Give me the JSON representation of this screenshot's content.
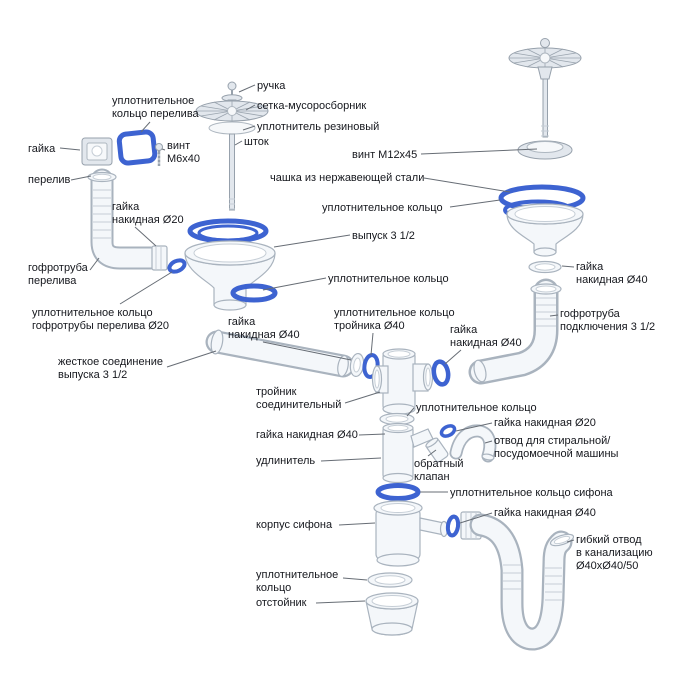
{
  "diagram": {
    "background": "#ffffff",
    "colors": {
      "seal_blue": "#3d63d1",
      "part_fill": "#f4f7fa",
      "part_stroke": "#a9b3be",
      "metal_fill": "#e2e7ed",
      "leader": "#676d75",
      "text": "#15171d"
    },
    "labels": [
      {
        "id": "handle",
        "text": "ручка"
      },
      {
        "id": "strainer-mesh",
        "text": "сетка-мусоросборник"
      },
      {
        "id": "rubber-seal",
        "text": "уплотнитель резиновый"
      },
      {
        "id": "overflow-seal-ring",
        "text": "уплотнительное\nкольцо перелива"
      },
      {
        "id": "nut",
        "text": "гайка"
      },
      {
        "id": "screw-m6x40",
        "text": "винт\nМ6х40"
      },
      {
        "id": "overflow",
        "text": "перелив"
      },
      {
        "id": "stem",
        "text": "шток"
      },
      {
        "id": "screw-m12x45",
        "text": "винт М12х45"
      },
      {
        "id": "steel-cup",
        "text": "чашка из нержавеющей стали"
      },
      {
        "id": "seal-ring-top-right",
        "text": "уплотнительное кольцо"
      },
      {
        "id": "cap-nut-20-left",
        "text": "гайка\nнакидная Ø20"
      },
      {
        "id": "outlet-3-1-2",
        "text": "выпуск 3 1/2"
      },
      {
        "id": "overflow-pipe",
        "text": "гофротруба\nперелива"
      },
      {
        "id": "cap-nut-40-right",
        "text": "гайка\nнакидная Ø40"
      },
      {
        "id": "seal-ring-funnel",
        "text": "уплотнительное кольцо"
      },
      {
        "id": "overflow-pipe-seal",
        "text": "уплотнительное кольцо\nгофротрубы перелива Ø20"
      },
      {
        "id": "cap-nut-40-a",
        "text": "гайка\nнакидная Ø40"
      },
      {
        "id": "tee-seal-ring",
        "text": "уплотнительное кольцо\nтройника Ø40"
      },
      {
        "id": "cap-nut-40-b",
        "text": "гайка\nнакидная Ø40"
      },
      {
        "id": "connection-pipe",
        "text": "гофротруба\nподключения 3 1/2"
      },
      {
        "id": "rigid-connection",
        "text": "жесткое соединение\nвыпуска 3 1/2"
      },
      {
        "id": "tee",
        "text": "тройник\nсоединительный"
      },
      {
        "id": "seal-ring-tee-bottom",
        "text": "уплотнительное кольцо"
      },
      {
        "id": "cap-nut-20-mid",
        "text": "гайка накидная Ø20"
      },
      {
        "id": "washer-outlet",
        "text": "отвод для стиральной/\nпосудомоечной машины"
      },
      {
        "id": "cap-nut-40-c",
        "text": "гайка накидная Ø40"
      },
      {
        "id": "extension",
        "text": "удлинитель"
      },
      {
        "id": "check-valve",
        "text": "обратный\nклапан"
      },
      {
        "id": "siphon-seal-ring",
        "text": "уплотнительное кольцо сифона"
      },
      {
        "id": "cap-nut-40-d",
        "text": "гайка накидная Ø40"
      },
      {
        "id": "siphon-body",
        "text": "корпус сифона"
      },
      {
        "id": "flexible-outlet",
        "text": "гибкий отвод\nв канализацию\nØ40хØ40/50"
      },
      {
        "id": "bottom-seal-ring",
        "text": "уплотнительное\nкольцо"
      },
      {
        "id": "sump",
        "text": "отстойник"
      }
    ]
  }
}
